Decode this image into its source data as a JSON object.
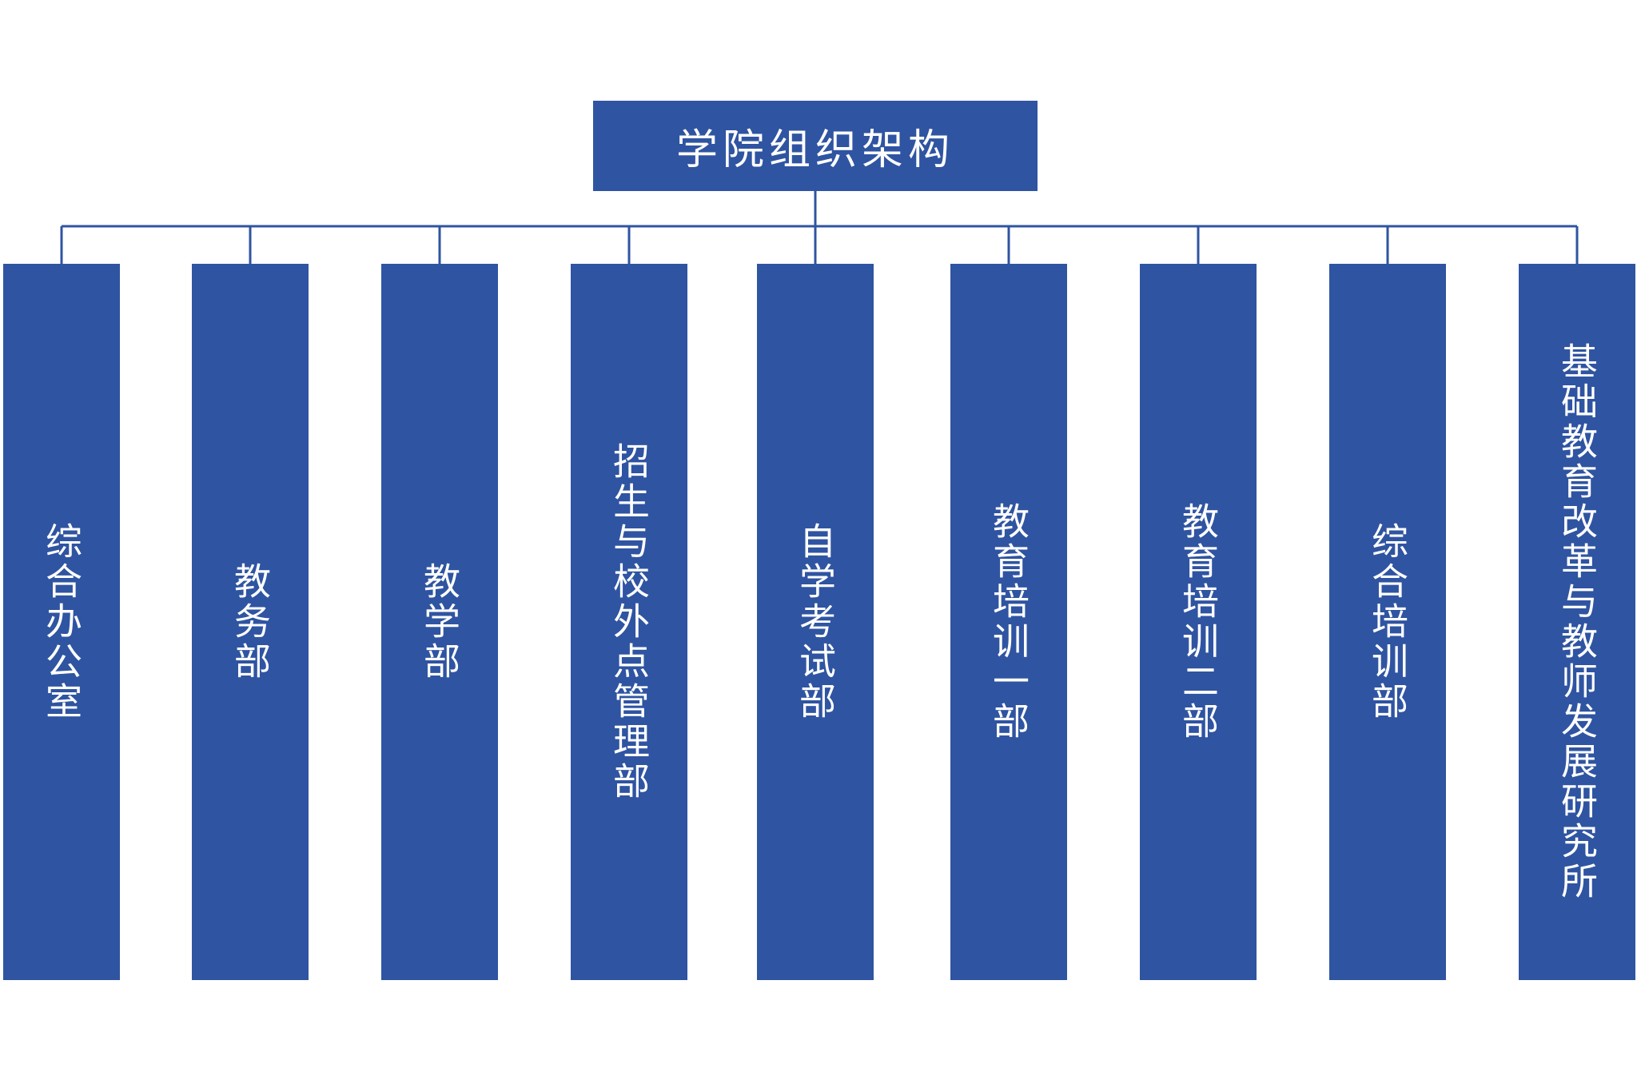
{
  "root": {
    "label": "学院组织架构"
  },
  "departments": [
    {
      "label": "综合办公室"
    },
    {
      "label": "教务部"
    },
    {
      "label": "教学部"
    },
    {
      "label": "招生与校外点管理部"
    },
    {
      "label": "自学考试部"
    },
    {
      "label": "教育培训一部"
    },
    {
      "label": "教育培训二部"
    },
    {
      "label": "综合培训部"
    },
    {
      "label": "基础教育改革与教师发展研究所"
    }
  ],
  "colors": {
    "box_fill": "#2f54a1",
    "box_text": "#ffffff",
    "connector": "#2f54a1"
  }
}
